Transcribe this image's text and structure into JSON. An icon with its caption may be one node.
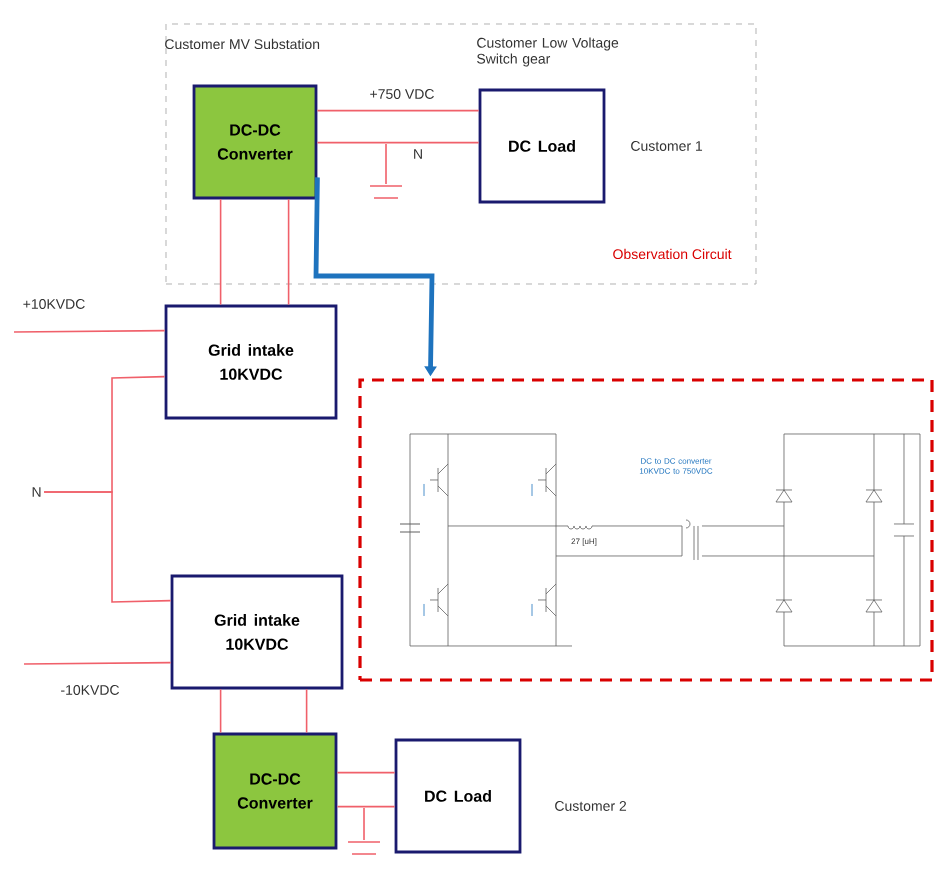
{
  "diagram": {
    "nodes": [
      {
        "text": [
          "Customer MV Substation",
          "Customer Low Voltage Switch gear",
          "Observation Circuit"
        ]
      },
      {
        "text": [
          "DC-DC Converter"
        ],
        "in": 0
      },
      {
        "text": [
          "DC Load"
        ],
        "in": 0,
        "beside": [
          "Customer 1"
        ]
      },
      {
        "text": [
          "Grid intake 10KVDC"
        ]
      },
      {
        "text": [
          "Grid intake 10KVDC"
        ]
      },
      {
        "text": [],
        "shape": "box"
      },
      {
        "text": [
          "DC-DC Converter"
        ]
      },
      {
        "text": [
          "DC Load"
        ],
        "beside": [
          "Customer 2"
        ]
      },
      {
        "text": [
          "N"
        ]
      }
    ],
    "edges": [
      {
        "from": 1,
        "to": 2,
        "arrow": "none",
        "label": "+750 VDC"
      },
      {
        "from": 1,
        "to": 2,
        "arrow": "none",
        "label": "N"
      },
      {
        "from": 1,
        "to": 3,
        "arrow": "none"
      },
      {
        "from": 1,
        "to": 3,
        "arrow": "none"
      },
      {
        "from": 1,
        "to": 5,
        "arrow": "to",
        "style": "thick",
        "color": "#1e73be"
      },
      {
        "from": null,
        "to": 3,
        "arrow": "none"
      },
      {
        "from": 8,
        "to": 3,
        "arrow": "none"
      },
      {
        "from": 8,
        "to": 4,
        "arrow": "none"
      },
      {
        "from": null,
        "to": 4,
        "arrow": "none"
      },
      {
        "from": 4,
        "to": 6,
        "arrow": "none"
      },
      {
        "from": 4,
        "to": 6,
        "arrow": "none"
      },
      {
        "from": 6,
        "to": 7,
        "arrow": "none"
      },
      {
        "from": 6,
        "to": 7,
        "arrow": "none"
      }
    ],
    "labels": [
      "+10KVDC",
      "-10KVDC",
      "DC to DC converter 10KVDC to 750VDC",
      "27 [uH]"
    ]
  }
}
